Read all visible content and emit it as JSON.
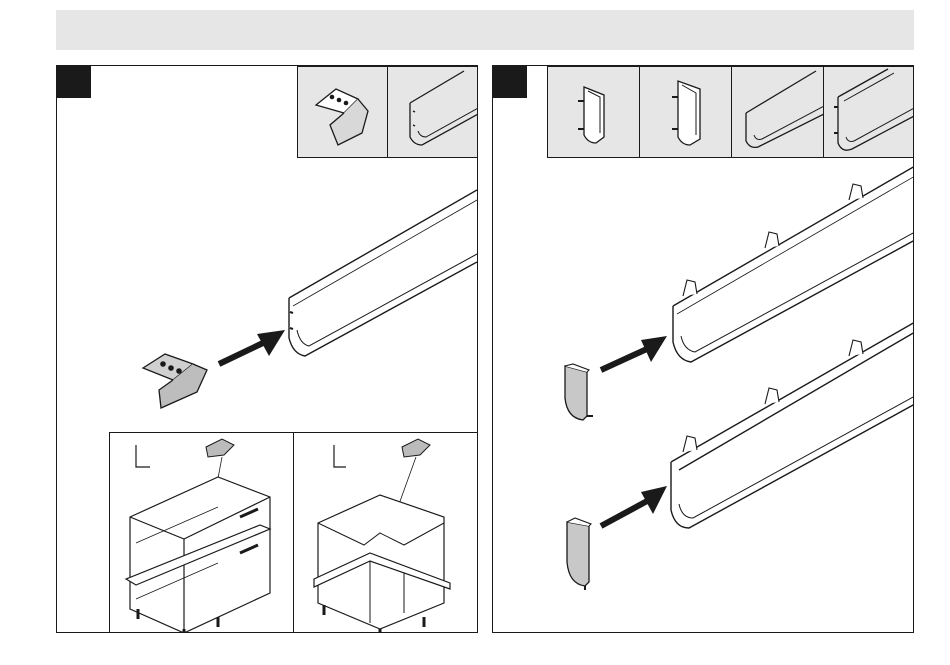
{
  "header": {},
  "panels": [
    {
      "id": "left",
      "step_badge_color": "#1a1a1a",
      "thumbnails": [
        "clip-icon",
        "profile-icon"
      ],
      "insets": [
        "base-cabinet-drawers",
        "corner-cabinet"
      ]
    },
    {
      "id": "right",
      "step_badge_color": "#1a1a1a",
      "thumbnails": [
        "end-cap-icon",
        "end-cap-alt-icon",
        "profile-icon",
        "double-profile-icon"
      ]
    }
  ],
  "colors": {
    "thumbnail_bg": "#e6e6e6",
    "part_fill": "#d0d0d0",
    "line": "#1a1a1a",
    "header_bg": "#e6e6e6"
  }
}
